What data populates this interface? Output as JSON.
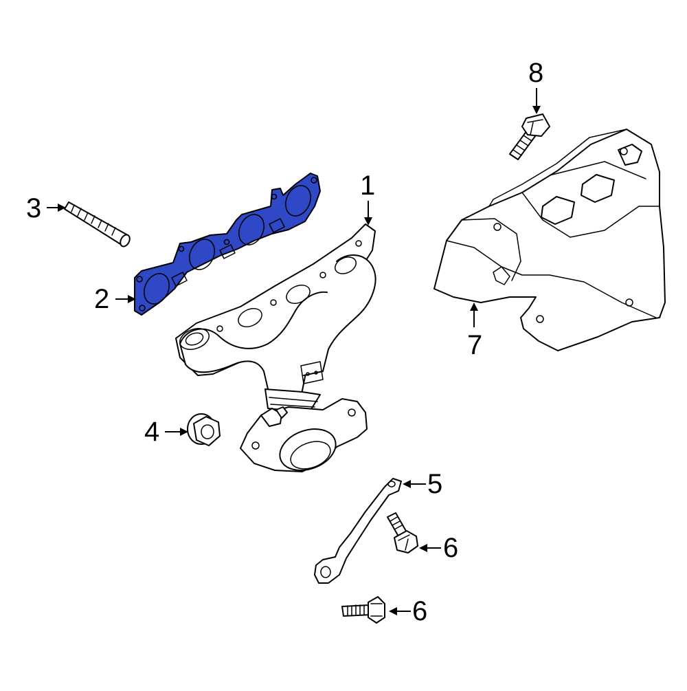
{
  "diagram": {
    "highlight_color": "#2f49c6",
    "line_color": "#000000",
    "background": "#ffffff",
    "callouts": [
      {
        "id": "c1",
        "label": "1",
        "part": "exhaust-manifold"
      },
      {
        "id": "c2",
        "label": "2",
        "part": "manifold-gasket"
      },
      {
        "id": "c3",
        "label": "3",
        "part": "stud"
      },
      {
        "id": "c4",
        "label": "4",
        "part": "nut"
      },
      {
        "id": "c5",
        "label": "5",
        "part": "bracket"
      },
      {
        "id": "c6a",
        "label": "6",
        "part": "bolt"
      },
      {
        "id": "c6b",
        "label": "6",
        "part": "bolt"
      },
      {
        "id": "c7",
        "label": "7",
        "part": "heat-shield"
      },
      {
        "id": "c8",
        "label": "8",
        "part": "bolt"
      }
    ]
  }
}
